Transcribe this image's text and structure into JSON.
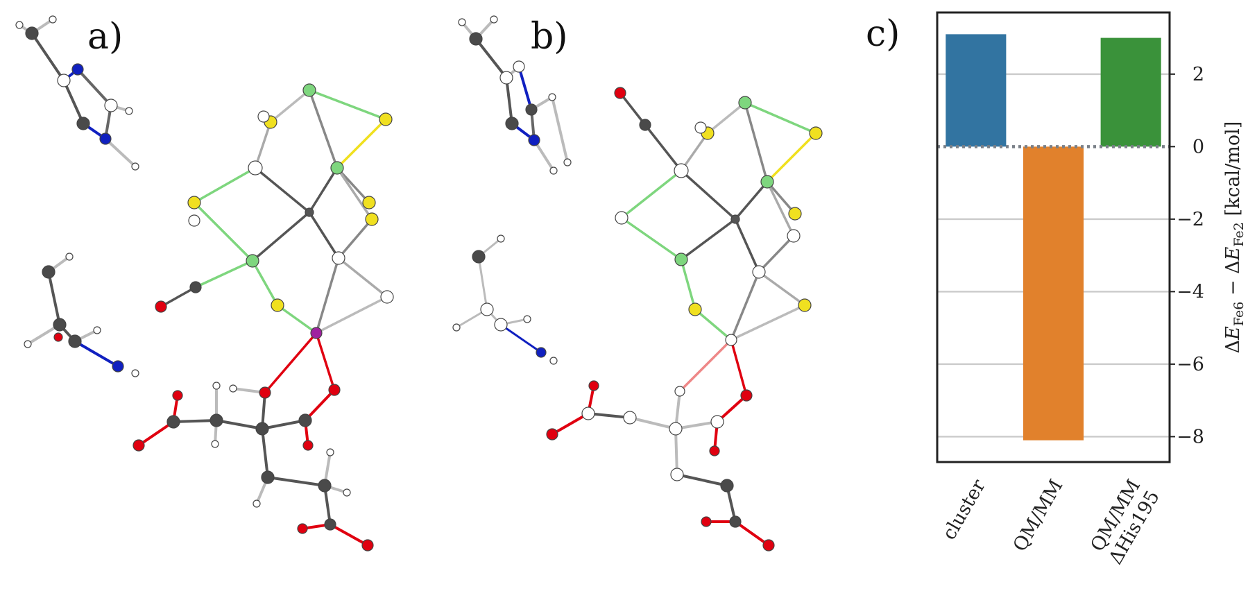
{
  "panels": {
    "a_label": "a)",
    "b_label": "b)",
    "c_label": "c)"
  },
  "colors": {
    "carbon": "#4a4a4a",
    "hydrogen": "#ffffff",
    "nitrogen": "#1020c0",
    "oxygen": "#e00010",
    "sulfur": "#f0e020",
    "iron": "#7ed67e",
    "molybdenum": "#a020a0"
  },
  "chart_data": {
    "type": "bar",
    "categories": [
      "cluster",
      "QM/MM",
      "QM/MM ΔHis195"
    ],
    "category_lines": [
      [
        "cluster"
      ],
      [
        "QM/MM"
      ],
      [
        "QM/MM",
        "ΔHis195"
      ]
    ],
    "values": [
      3.1,
      -8.1,
      3.0
    ],
    "colors": [
      "#3274a1",
      "#e1812c",
      "#3a923a"
    ],
    "ylabel": "ΔE_Fe6 − ΔE_Fe2 [kcal/mol]",
    "ylabel_parts": {
      "delta1": "Δ",
      "E1": "E",
      "sub1": "Fe6",
      "minus": " − ",
      "delta2": "Δ",
      "E2": "E",
      "sub2": "Fe2",
      "unit": " [kcal/mol]"
    },
    "yticks": [
      2,
      0,
      -2,
      -4,
      -6,
      -8
    ],
    "ytick_labels": [
      "2",
      "0",
      "−2",
      "−4",
      "−6",
      "−8"
    ],
    "ylim": [
      -8.7,
      3.7
    ],
    "grid": true,
    "zero_line": "dotted"
  }
}
